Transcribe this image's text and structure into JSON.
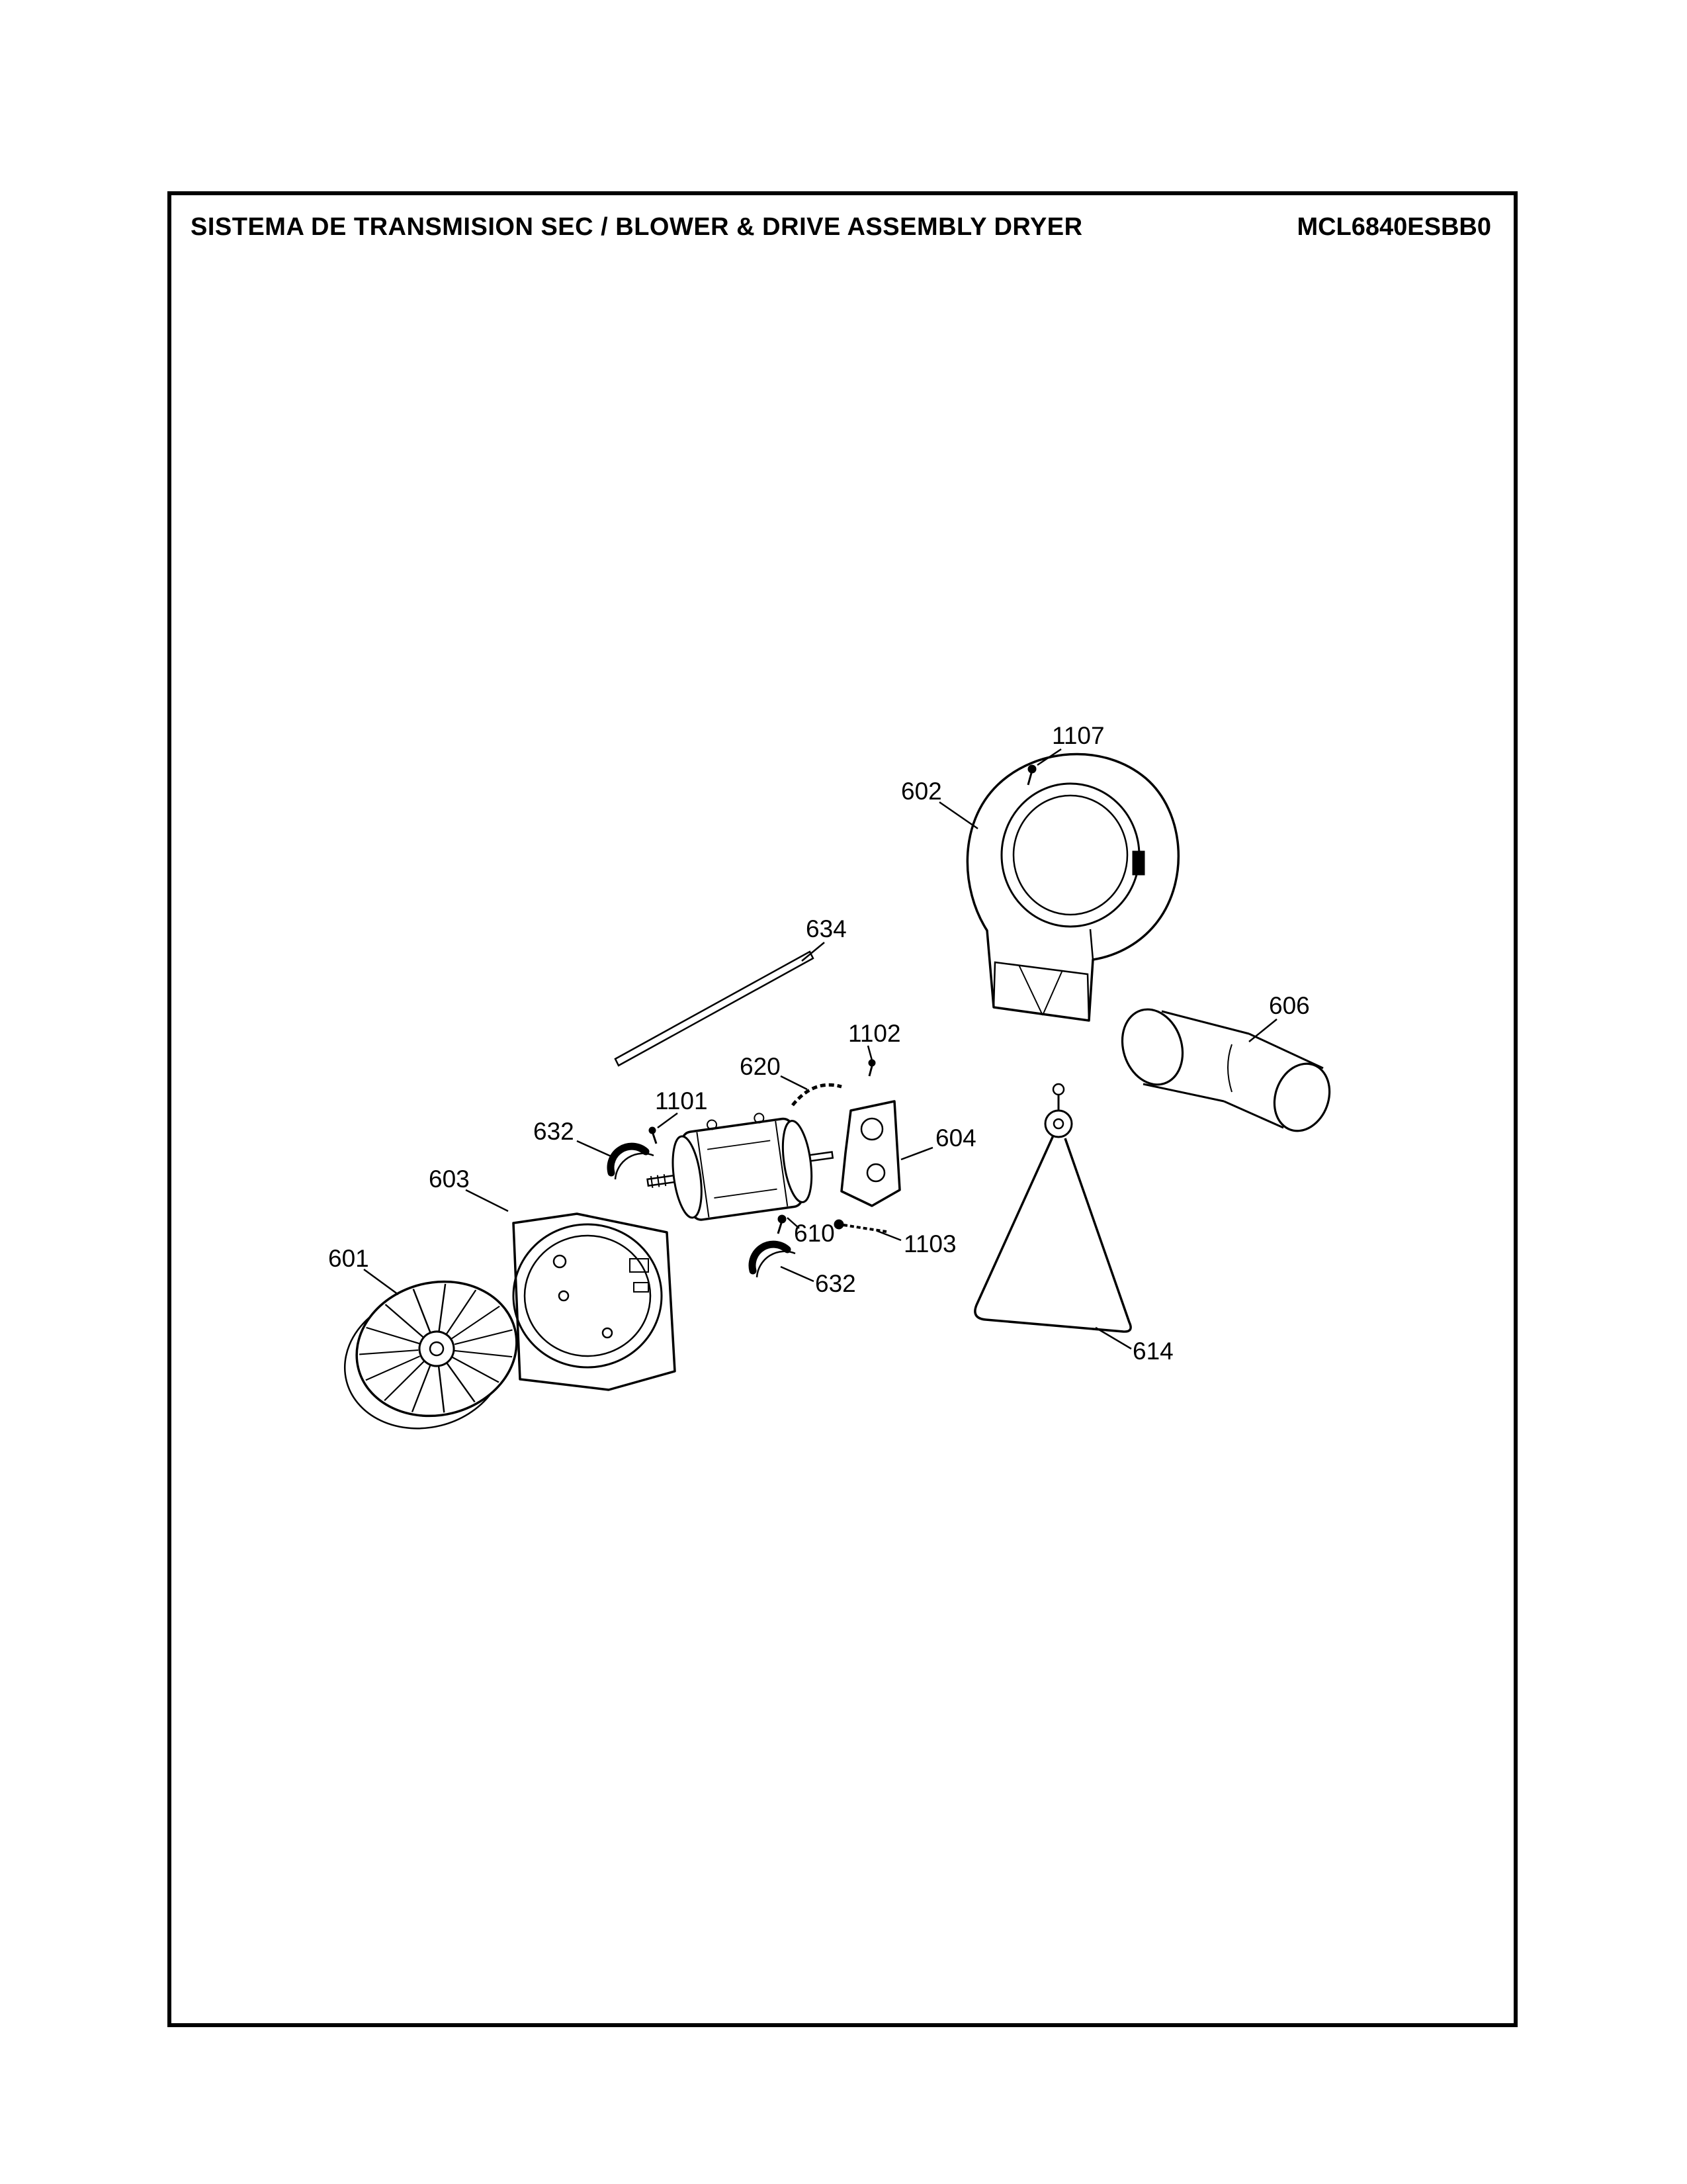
{
  "header": {
    "title": "SISTEMA DE TRANSMISION SEC / BLOWER & DRIVE ASSEMBLY DRYER",
    "model": "MCL6840ESBB0"
  },
  "colors": {
    "line": "#000000",
    "background": "#ffffff"
  },
  "callouts": [
    {
      "label": "1107"
    },
    {
      "label": "602"
    },
    {
      "label": "634"
    },
    {
      "label": "606"
    },
    {
      "label": "1102"
    },
    {
      "label": "620"
    },
    {
      "label": "1101"
    },
    {
      "label": "632"
    },
    {
      "label": "604"
    },
    {
      "label": "603"
    },
    {
      "label": "601"
    },
    {
      "label": "610"
    },
    {
      "label": "1103"
    },
    {
      "label": "632"
    },
    {
      "label": "614"
    }
  ]
}
